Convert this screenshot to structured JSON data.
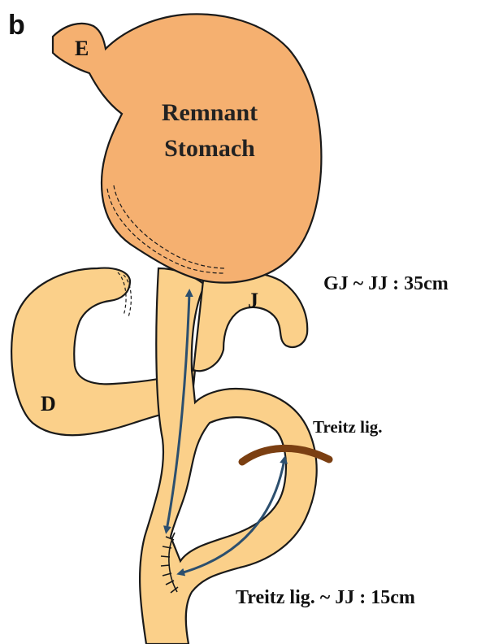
{
  "panel_letter": "b",
  "labels": {
    "esophagus": "E",
    "stomach_line1": "Remnant",
    "stomach_line2": "Stomach",
    "jejunum": "J",
    "duodenum": "D",
    "gj_jj_distance": "GJ ~ JJ : 35cm",
    "treitz": "Treitz lig.",
    "treitz_jj_distance": "Treitz lig. ~ JJ : 15cm"
  },
  "colors": {
    "stomach_fill": "#f5b070",
    "intestine_fill": "#fbd08a",
    "outline": "#1a1a1a",
    "arrow": "#2c4f6e",
    "ligament": "#7b3f12"
  }
}
